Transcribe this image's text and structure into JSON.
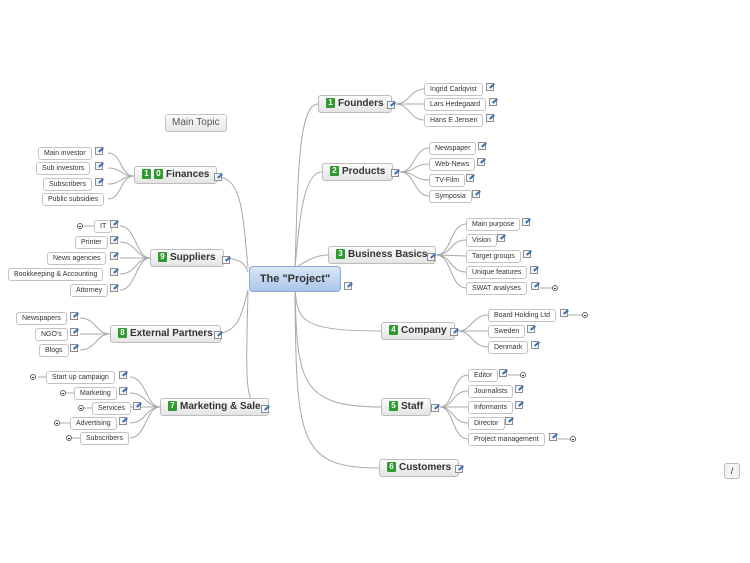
{
  "central": {
    "label": "The \"Project\""
  },
  "floating": {
    "label": "Main Topic"
  },
  "branches": {
    "founders": {
      "num": "1",
      "label": "Founders",
      "items": [
        "Ingrid Carlqvist",
        "Lars Hedegaard",
        "Hans E Jensen"
      ]
    },
    "products": {
      "num": "2",
      "label": "Products",
      "items": [
        "Newspaper",
        "Web-News",
        "TV-Film",
        "Symposia"
      ]
    },
    "basics": {
      "num": "3",
      "label": "Business Basics",
      "items": [
        "Main purpose",
        "Vision",
        "Target groups",
        "Unique features",
        "SWAT analyses"
      ]
    },
    "company": {
      "num": "4",
      "label": "Company",
      "items": [
        "Board Holding Ltd",
        "Sweden",
        "Denmark"
      ]
    },
    "staff": {
      "num": "5",
      "label": "Staff",
      "items": [
        "Editor",
        "Journalists",
        "Informants",
        "Director",
        "Project management"
      ]
    },
    "customers": {
      "num": "6",
      "label": "Customers"
    },
    "finances": {
      "num1": "1",
      "num2": "0",
      "label": "Finances",
      "items": [
        "Main investor",
        "Sub investors",
        "Subscribers",
        "Public subsidies"
      ]
    },
    "suppliers": {
      "num": "9",
      "label": "Suppliers",
      "items": [
        "IT",
        "Printer",
        "News agencies",
        "Bookkeeping & Accounting",
        "Attorney"
      ]
    },
    "partners": {
      "num": "8",
      "label": "External Partners",
      "items": [
        "Newspapers",
        "NGO's",
        "Blogs"
      ]
    },
    "marketing": {
      "num": "7",
      "label": "Marketing & Sale",
      "items": [
        "Start up campaign",
        "Marketing",
        "Services",
        "Advertising",
        "Subscribers"
      ]
    }
  },
  "toolbar": {
    "zoom_label": "/"
  }
}
